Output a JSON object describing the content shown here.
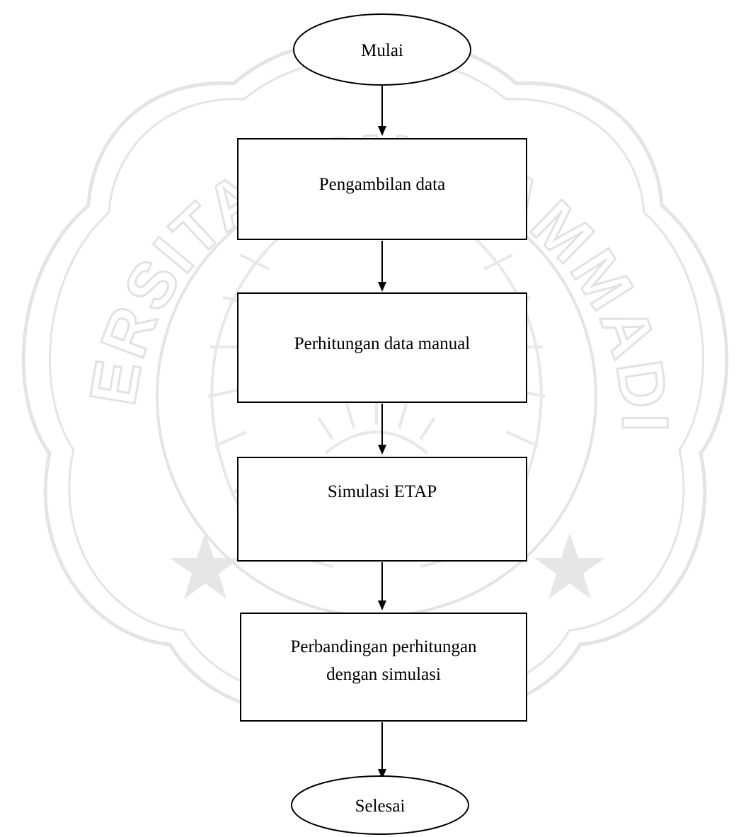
{
  "flowchart": {
    "start": "Mulai",
    "steps": [
      "Pengambilan data",
      "Perhitungan data manual",
      "Simulasi ETAP",
      [
        "Perbandingan perhitungan",
        "dengan simulasi"
      ]
    ],
    "end": "Selesai"
  },
  "watermark": {
    "arc_text": "UNIVERSITAS MUHAMMADIYAH",
    "color": "#e6e6e6"
  }
}
